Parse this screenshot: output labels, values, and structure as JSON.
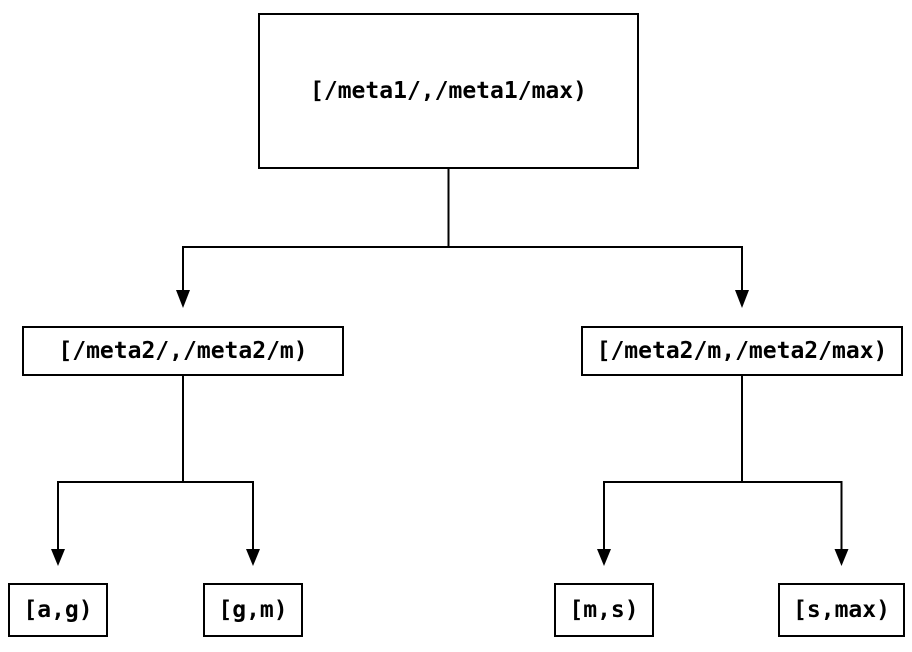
{
  "colors": {
    "background": "#ffffff",
    "line": "#000000",
    "text": "#000000"
  },
  "tree": {
    "root": {
      "label": "[/meta1/,/meta1/max)"
    },
    "children": [
      {
        "label": "[/meta2/,/meta2/m)"
      },
      {
        "label": "[/meta2/m,/meta2/max)"
      }
    ],
    "leaves": [
      {
        "label": "[a,g)"
      },
      {
        "label": "[g,m)"
      },
      {
        "label": "[m,s)"
      },
      {
        "label": "[s,max)"
      }
    ]
  }
}
